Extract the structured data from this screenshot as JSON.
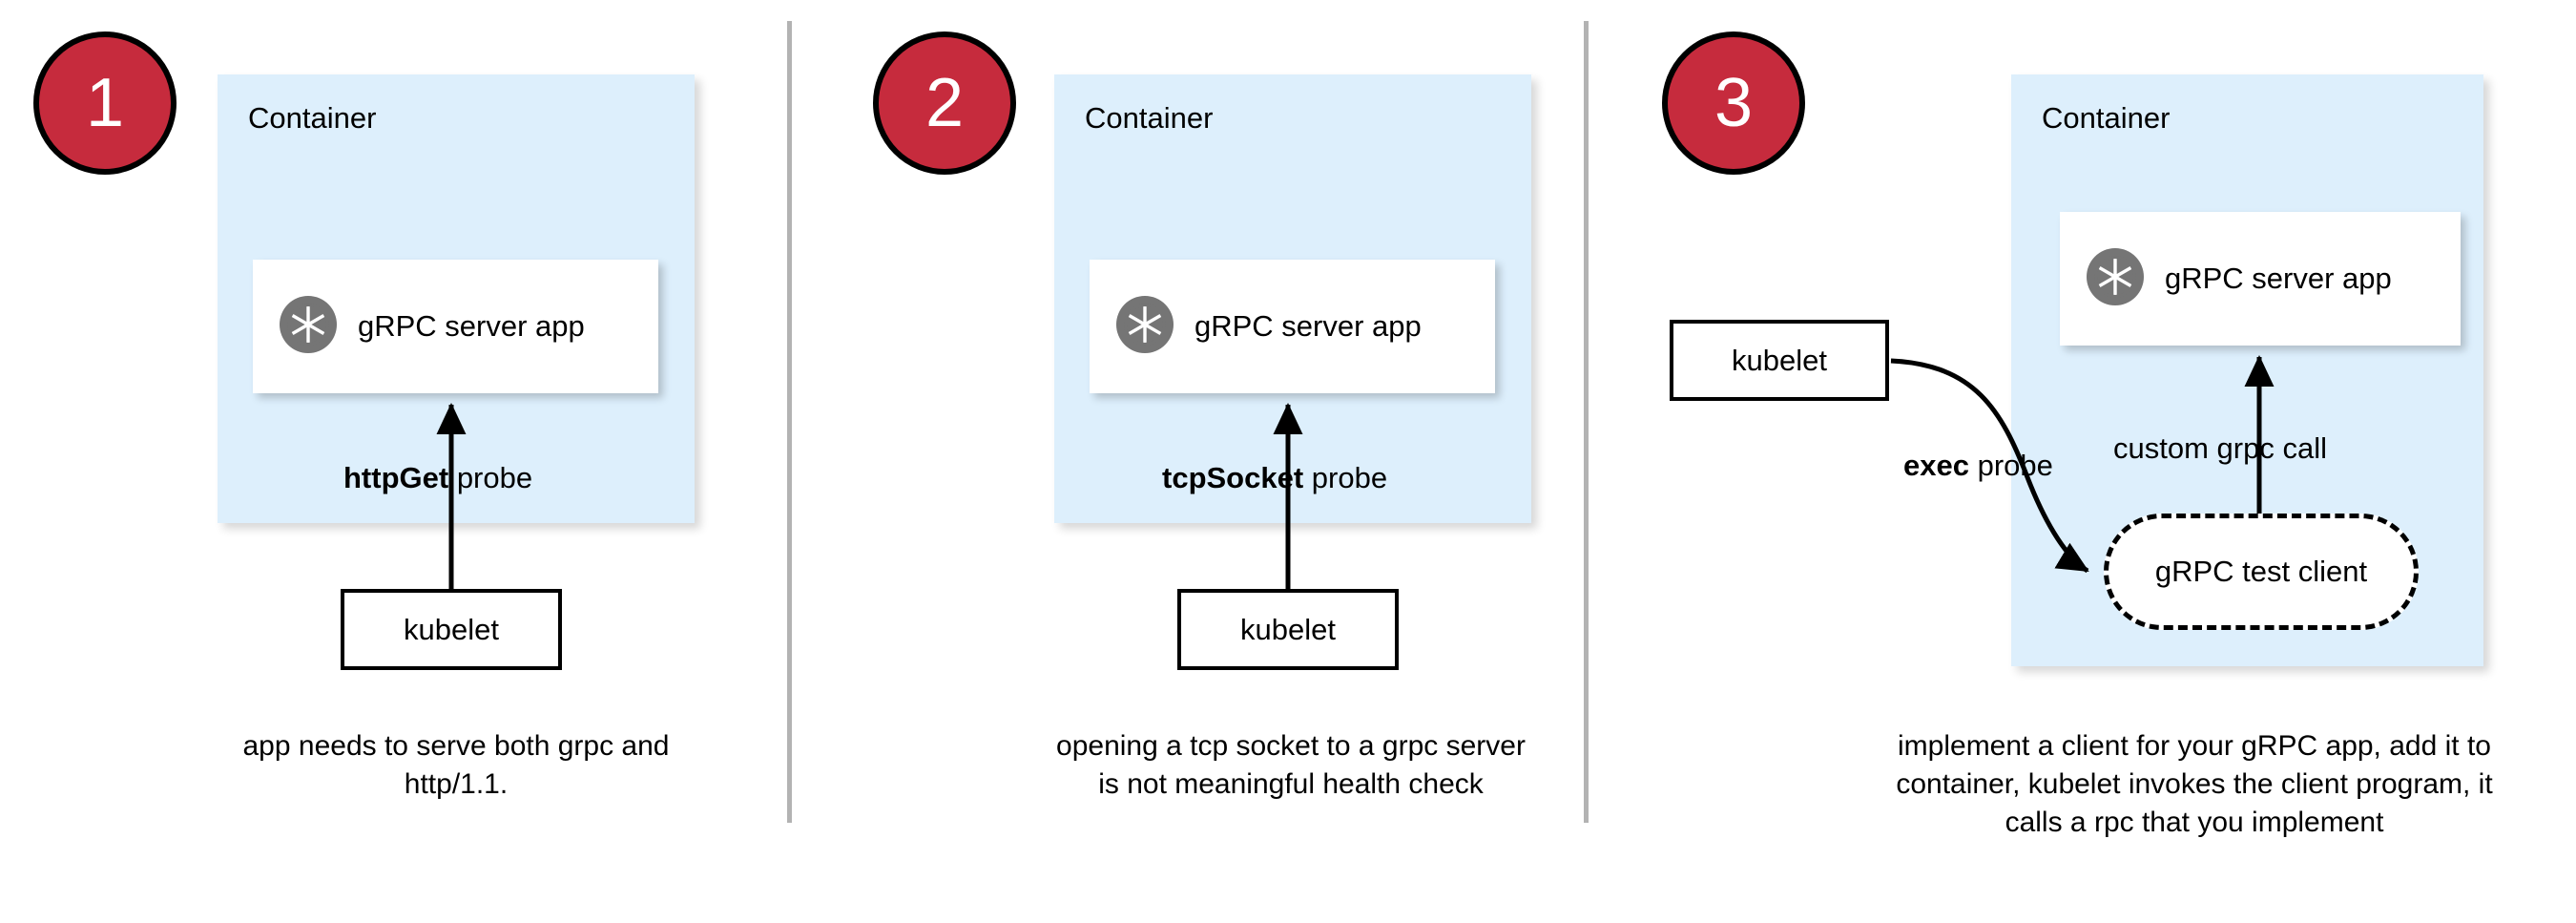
{
  "diagram": {
    "title": "gRPC health checking probe options",
    "colors": {
      "badge_fill": "#c62b3d",
      "badge_border": "#000000",
      "container_fill": "#ddeffc",
      "card_fill": "#ffffff",
      "divider": "#b3b3b3",
      "icon_gray": "#757575",
      "stroke": "#000000"
    },
    "panels": [
      {
        "step": "1",
        "container_label": "Container",
        "app_label": "gRPC server app",
        "app_icon": "grpc-aperture-icon",
        "probe_label_bold": "httpGet",
        "probe_label_rest": " probe",
        "kubelet_label": "kubelet",
        "caption": "app needs to serve both grpc and http/1.1."
      },
      {
        "step": "2",
        "container_label": "Container",
        "app_label": "gRPC server app",
        "app_icon": "grpc-aperture-icon",
        "probe_label_bold": "tcpSocket",
        "probe_label_rest": " probe",
        "kubelet_label": "kubelet",
        "caption": "opening a tcp socket to a grpc server is not meaningful health check"
      },
      {
        "step": "3",
        "container_label": "Container",
        "app_label": "gRPC server app",
        "app_icon": "grpc-aperture-icon",
        "probe_label_bold": "exec",
        "probe_label_rest": " probe",
        "kubelet_label": "kubelet",
        "call_label": "custom grpc call",
        "test_client_label": "gRPC test client",
        "caption": "implement a client for your gRPC app, add it to container, kubelet invokes the client program, it calls a rpc that you implement"
      }
    ]
  }
}
